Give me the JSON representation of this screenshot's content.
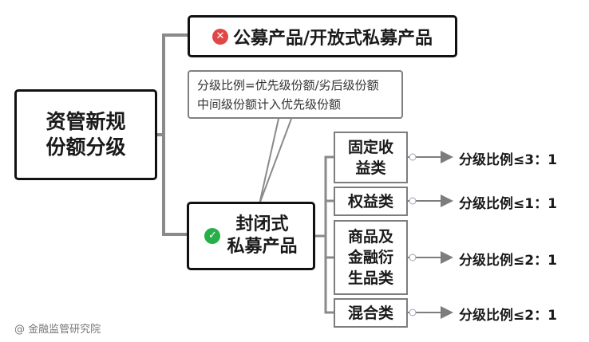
{
  "root": {
    "line1": "资管新规",
    "line2": "份额分级"
  },
  "public_node": {
    "label": "公募产品/开放式私募产品",
    "icon": "red-cross-icon"
  },
  "note": {
    "line1": "分级比例=优先级份额/劣后级份额",
    "line2": "中间级份额计入优先级份额"
  },
  "closed_node": {
    "line1": "封闭式",
    "line2": "私募产品",
    "icon": "green-check-icon"
  },
  "categories": [
    {
      "lines": [
        "固定收",
        "益类"
      ],
      "ratio": "分级比例≤3：1"
    },
    {
      "lines": [
        "权益类"
      ],
      "ratio": "分级比例≤1：1"
    },
    {
      "lines": [
        "商品及",
        "金融衍",
        "生品类"
      ],
      "ratio": "分级比例≤2：1"
    },
    {
      "lines": [
        "混合类"
      ],
      "ratio": "分级比例≤2：1"
    }
  ],
  "footer": "@ 金融监管研究院",
  "colors": {
    "cross": "#e04848",
    "check": "#27b04a",
    "connector": "#8a8a8a"
  }
}
